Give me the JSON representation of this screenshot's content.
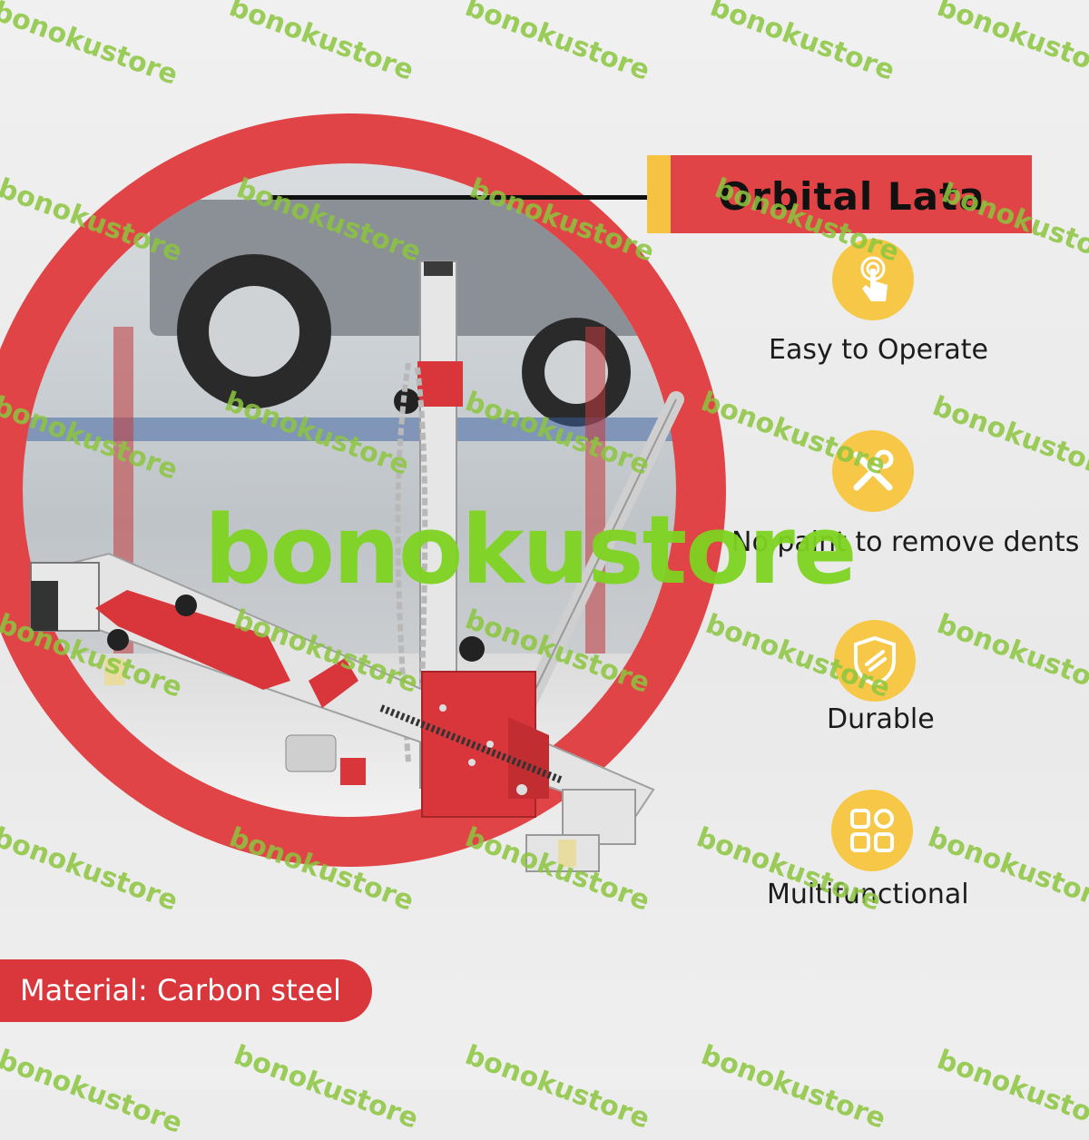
{
  "title": "Orbital Lata",
  "features": [
    {
      "label": "Easy to Operate",
      "icon": "hand-tap-icon"
    },
    {
      "label": "No paint to remove dents",
      "icon": "tools-icon"
    },
    {
      "label": "Durable",
      "icon": "shield-icon"
    },
    {
      "label": "Multifunctional",
      "icon": "grid-apps-icon"
    }
  ],
  "material_label": "Material: Carbon steel",
  "watermark_big": "bonokustore",
  "watermark_small": "bonokustore",
  "colors": {
    "accent_red": "#e14447",
    "accent_yellow": "#f5c242",
    "watermark_green": "#8cc63f"
  }
}
